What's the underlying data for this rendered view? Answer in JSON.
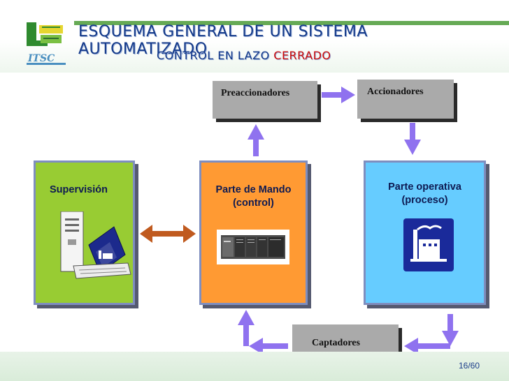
{
  "header": {
    "title": "ESQUEMA GENERAL DE UN SISTEMA AUTOMATIZADO",
    "subtitle_main": "CONTROL EN LAZO",
    "subtitle_accent": "CERRADO",
    "title_color": "#143a8a",
    "accent_color": "#cc0a0a",
    "logo_icon": "institute-logo-icon"
  },
  "blocks": {
    "preaccionadores": "Preaccionadores",
    "accionadores": "Accionadores",
    "captadores": "Captadores",
    "supervision": "Supervisión",
    "parte_mando_line1": "Parte de Mando",
    "parte_mando_line2": "(control)",
    "parte_operativa_line1": "Parte operativa",
    "parte_operativa_line2": "(proceso)"
  },
  "colors": {
    "supervision_bg": "#98cc33",
    "mando_bg": "#ff9a33",
    "operativa_bg": "#66ccff",
    "arrow_lavender": "#8f72ef",
    "arrow_brown": "#c05a1e",
    "box_gray": "#aaaaaa"
  },
  "footer": {
    "page": "16/60"
  }
}
